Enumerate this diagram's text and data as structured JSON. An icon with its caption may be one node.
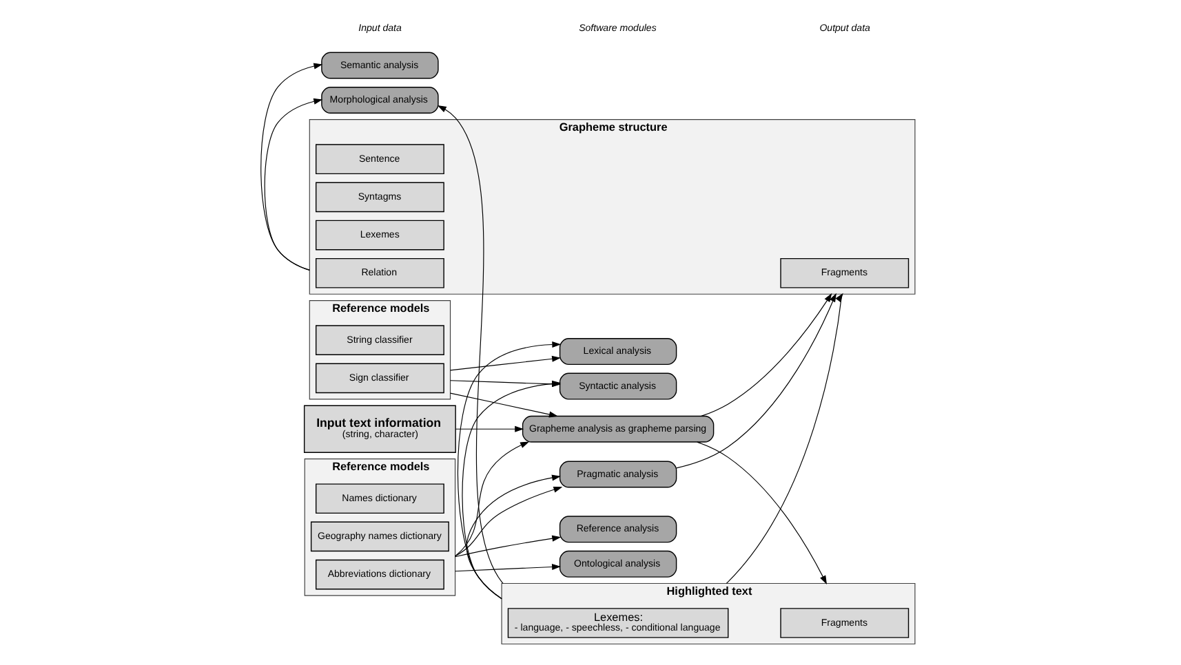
{
  "diagram": {
    "nodes": [
      {
        "text": [
          "Input text information",
          "(string, character)"
        ]
      },
      {
        "text": [
          "Reference models"
        ]
      },
      {
        "text": [
          "String classifier"
        ],
        "in": 1
      },
      {
        "text": [
          "Sign classifier"
        ],
        "in": 1
      },
      {
        "text": [
          "Reference models"
        ]
      },
      {
        "text": [
          "Names dictionary"
        ],
        "in": 4
      },
      {
        "text": [
          "Geography names dictionary"
        ],
        "in": 4
      },
      {
        "text": [
          "Abbreviations dictionary"
        ],
        "in": 4
      },
      {
        "text": [
          "Grapheme analysis as grapheme parsing"
        ]
      },
      {
        "text": [
          "Lexical analysis"
        ]
      },
      {
        "text": [
          "Syntactic analysis"
        ]
      },
      {
        "text": [
          "Semantic analysis"
        ]
      },
      {
        "text": [
          "Reference analysis"
        ]
      },
      {
        "text": [
          "Ontological analysis"
        ]
      },
      {
        "text": [
          "Pragmatic analysis"
        ]
      },
      {
        "text": [
          "Morphological analysis"
        ]
      },
      {
        "text": [
          "Highlighted text"
        ]
      },
      {
        "text": [
          "Fragments"
        ],
        "in": 16
      },
      {
        "text": [
          "Lexemes:",
          "- language, - speechless, - conditional language"
        ],
        "in": 16
      },
      {
        "text": [
          "Grapheme structure"
        ]
      },
      {
        "text": [
          "Fragments"
        ],
        "in": 19
      },
      {
        "text": [
          "Sentence"
        ],
        "in": 19
      },
      {
        "text": [
          "Syntagms"
        ],
        "in": 19
      },
      {
        "text": [
          "Lexemes"
        ],
        "in": 19
      },
      {
        "text": [
          "Relation"
        ],
        "in": 19
      }
    ],
    "edges": [
      {
        "from": 0,
        "to": 8,
        "arrow": "to"
      },
      {
        "from": 1,
        "to": 8,
        "arrow": "to"
      },
      {
        "from": 4,
        "to": 8,
        "arrow": "to"
      },
      {
        "from": 1,
        "to": 9,
        "arrow": "to"
      },
      {
        "from": 1,
        "to": 10,
        "arrow": "to"
      },
      {
        "from": 4,
        "to": 12,
        "arrow": "to"
      },
      {
        "from": 4,
        "to": 13,
        "arrow": "to"
      },
      {
        "from": 4,
        "to": 14,
        "arrow": "to"
      },
      {
        "from": 8,
        "to": 16,
        "arrow": "to"
      },
      {
        "from": 8,
        "to": 19,
        "arrow": "to"
      },
      {
        "from": 16,
        "to": 9,
        "arrow": "to"
      },
      {
        "from": 16,
        "to": 10,
        "arrow": "to"
      },
      {
        "from": 16,
        "to": 14,
        "arrow": "to"
      },
      {
        "from": 16,
        "to": 19,
        "arrow": "to"
      },
      {
        "from": 16,
        "to": 15,
        "arrow": "to"
      },
      {
        "from": 19,
        "to": 11,
        "arrow": "to"
      },
      {
        "from": 14,
        "to": 19,
        "arrow": "to"
      },
      {
        "from": 19,
        "to": 15,
        "arrow": "to"
      }
    ],
    "labels": [
      "Input data",
      "Software modules",
      "Output data"
    ]
  }
}
